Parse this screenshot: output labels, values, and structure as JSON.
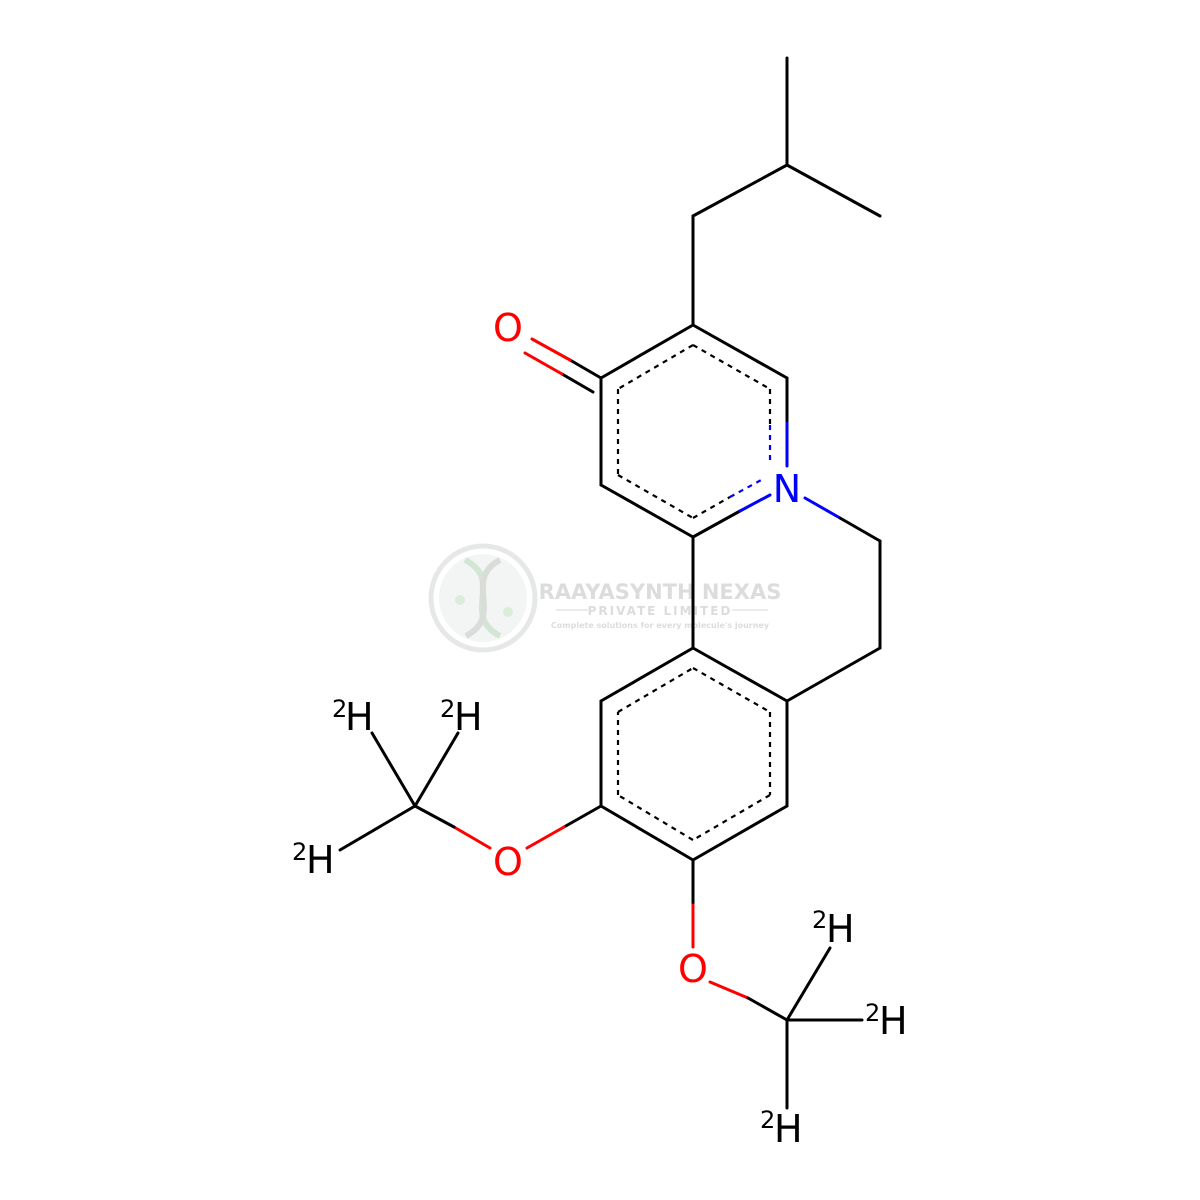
{
  "colors": {
    "carbon_bond": "#000000",
    "oxygen": "#ff0000",
    "nitrogen": "#0000ff",
    "watermark": "#d7dad8",
    "background": "#ffffff"
  },
  "atoms": {
    "carbonyl_o": "O",
    "ring_n": "N",
    "methoxy_o_left": "O",
    "methoxy_o_bottom": "O",
    "deuterium_symbol": "H",
    "deuterium_mass": "2"
  },
  "watermark": {
    "logo_icon": "dna-helix-icon",
    "company": "RAAYASYNTH NEXAS",
    "subtitle": "PRIVATE LIMITED",
    "tagline": "Complete solutions for every molecule's journey"
  }
}
